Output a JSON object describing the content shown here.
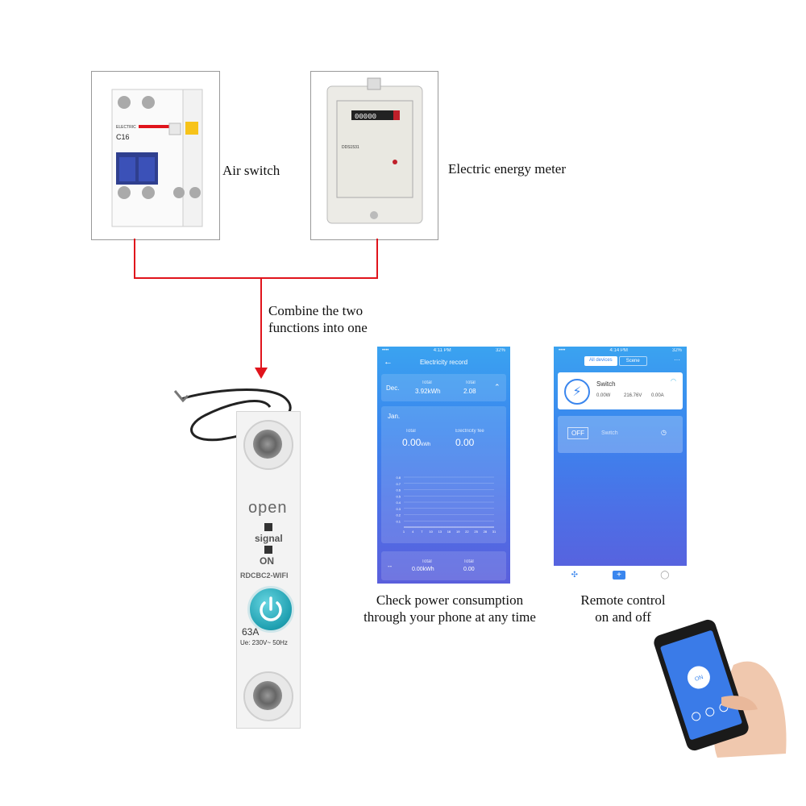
{
  "colors": {
    "connector": "#e0141c",
    "app_blue": "#3a86ee",
    "power_button": "#1e9fb0"
  },
  "captions": {
    "air_switch": "Air switch",
    "energy_meter": "Electric energy meter",
    "combine_line1": "Combine the two",
    "combine_line2": "functions into one",
    "check_line1": "Check power consumption",
    "check_line2": "through your phone at any time",
    "remote_line1": "Remote control",
    "remote_line2": "on and off"
  },
  "breaker": {
    "rating": "C16",
    "brand": "ELECTRIC"
  },
  "meter": {
    "reading": "0000 0",
    "model": "DDS1531"
  },
  "module": {
    "brand": "open",
    "signal_label": "signal",
    "on_label": "ON",
    "model": "RDCBC2-WIFI",
    "current": "63A",
    "rating": "Ue: 230V~ 50Hz",
    "icons": [
      "wifi-signal-indicator",
      "power-icon"
    ]
  },
  "electricity_app": {
    "status_time": "4:11 PM",
    "status_battery": "32%",
    "title": "Electricity record",
    "month": "Dec.",
    "total_label": "Total",
    "total_value": "3.92kWh",
    "total2_label": "Total",
    "total2_value": "2.08",
    "sub_month": "Jan.",
    "stat_total_label": "Total",
    "stat_total_value": "0.00",
    "stat_total_unit": "kWh",
    "fee_label": "Electricity fee",
    "fee_value": "0.00",
    "y_ticks": [
      "0.8",
      "0.7",
      "0.6",
      "0.5",
      "0.4",
      "0.3",
      "0.2",
      "0.1"
    ],
    "x_ticks": [
      "1",
      "4",
      "7",
      "10",
      "13",
      "16",
      "19",
      "22",
      "25",
      "28",
      "31"
    ],
    "footer_total_label": "Total",
    "footer_total_value": "0.00kWh",
    "footer_total2_label": "Total",
    "footer_total2_value": "0.00",
    "footer_dash": "--"
  },
  "control_app": {
    "status_time": "4:14 PM",
    "status_battery": "32%",
    "tab_all": "All devices",
    "tab_scene": "Scene",
    "device_name": "Switch",
    "device_power": "0.00W",
    "device_voltage": "216.76V",
    "device_current": "0.00A",
    "device2_state": "OFF",
    "device2_name": "Switch",
    "add": "+"
  },
  "handheld_phone": {
    "button_label": "ON"
  }
}
